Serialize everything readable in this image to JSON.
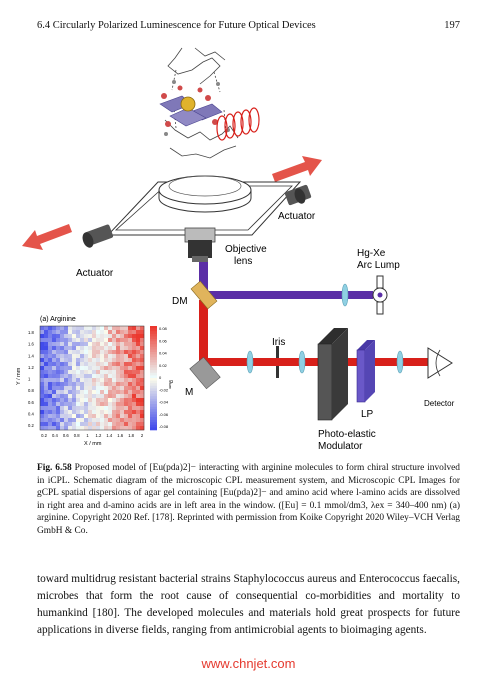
{
  "header": {
    "section": "6.4  Circularly Polarized Luminescence for Future Optical Devices",
    "page_number": "197"
  },
  "figure": {
    "labels": {
      "actuator_right": "Actuator",
      "actuator_left": "Actuator",
      "objective_lens": "Objective\nlens",
      "hg_xe": "Hg-Xe\nArc Lump",
      "dm": "DM",
      "iris": "Iris",
      "m": "M",
      "detector": "Detector",
      "lp": "LP",
      "pem": "Photo-elastic\nModulator"
    },
    "inset": {
      "title": "(a) Arginine",
      "xlabel": "X / mm",
      "ylabel": "Y / mm",
      "colorbar_label": "g_lum",
      "x_ticks": [
        "0.2",
        "0.4",
        "0.6",
        "0.8",
        "1",
        "1.2",
        "1.4",
        "1.6",
        "1.8",
        "2"
      ],
      "y_ticks": [
        "1.8",
        "1.6",
        "1.4",
        "1.2",
        "1",
        "0.8",
        "0.6",
        "0.4",
        "0.2"
      ],
      "colorbar_ticks": [
        "0.08",
        "0.06",
        "0.04",
        "0.02",
        "0",
        "-0.02",
        "-0.04",
        "-0.06",
        "-0.08"
      ]
    }
  },
  "caption": {
    "label": "Fig. 6.58",
    "text": "Proposed model of [Eu(pda)2]− interacting with arginine molecules to form chiral structure involved in iCPL. Schematic diagram of the microscopic CPL measurement system, and Microscopic CPL Images for gCPL spatial dispersions of agar gel containing [Eu(pda)2]− and amino acid where l-amino acids are dissolved in right area and d-amino acids are in left area in the window. ([Eu] = 0.1 mmol/dm3, λex = 340–400 nm) (a) arginine. Copyright 2020 Ref. [178]. Reprinted with permission from Koike Copyright 2020 Wiley–VCH Verlag GmbH & Co."
  },
  "body": "toward multidrug resistant bacterial strains Staphylococcus aureus and Enterococcus faecalis, microbes that form the root cause of consequential co-morbidities and mortality to humankind [180]. The developed molecules and materials hold great prospects for future applications in diverse fields, ranging from antimicrobial agents to bioimaging agents.",
  "watermark": "www.chnjet.com",
  "colors": {
    "excitation": "#5b2ea6",
    "emission": "#d8201a",
    "arrow": "#e4544a",
    "lens": "#8fd0e3",
    "polarizer": "#6a58c8",
    "watermark": "#e53a2f"
  }
}
